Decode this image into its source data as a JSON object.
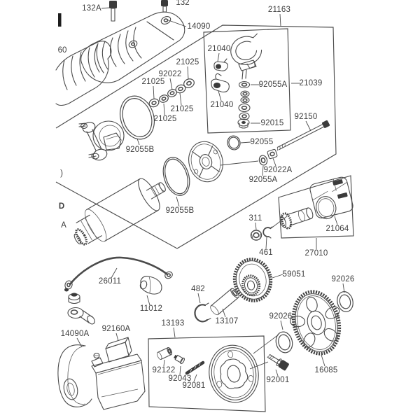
{
  "figure": {
    "kind": "exploded-parts-diagram",
    "subject": "Starter motor exploded view parts schematic",
    "style": "monochrome line-art scan on white"
  },
  "colors": {
    "background": "#ffffff",
    "line": "#4a4a4a",
    "text": "#3e3e3e",
    "dark_fill": "#3b3b3b"
  },
  "labels": {
    "bolt_132a": "132A",
    "bolt_132_cropped": "132",
    "cover_14090": "14090",
    "frame_21163": "21163",
    "lever_21040_upper": "21040",
    "lever_21040_lower": "21040",
    "oring_92055a_inner": "92055A",
    "kit_21039": "21039",
    "nut_92015": "92015",
    "bolt_92150": "92150",
    "oring_92055": "92055",
    "washer_92022a": "92022A",
    "oring_92055a_outer": "92055A",
    "oring_92055b_front": "92055B",
    "oring_92055b_rear": "92055B",
    "washer_92022": "92022",
    "washer_21025_a": "21025",
    "washer_21025_b": "21025",
    "washer_21025_c": "21025",
    "washer_21025_d": "21025",
    "nut_311": "311",
    "clip_461": "461",
    "kit_27010": "27010",
    "solenoid_21064": "21064",
    "cable_26011": "26011",
    "boot_11012": "11012",
    "cover_14090a": "14090A",
    "damper_92160a": "92160A",
    "kit_13193": "13193",
    "clip_482": "482",
    "pin_13107": "13107",
    "gear_59051": "59051",
    "washer_92026_left": "92026",
    "bolt_92001": "92001",
    "gear_16085": "16085",
    "washer_92026_right": "92026",
    "bushing_92122": "92122",
    "pin_92043": "92043",
    "spring_92081": "92081"
  },
  "fragments": {
    "f60": "60",
    "fparen": ")",
    "fd": "D",
    "fa": "A"
  }
}
